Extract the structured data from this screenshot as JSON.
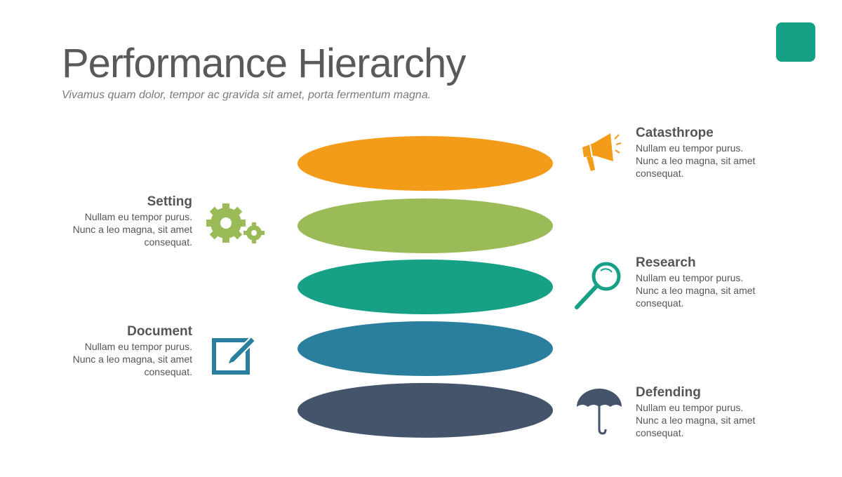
{
  "header": {
    "title": "Performance Hierarchy",
    "subtitle": "Vivamus quam dolor, tempor ac gravida sit amet, porta fermentum magna."
  },
  "colors": {
    "orange": "#f39c1a",
    "green": "#9bbb59",
    "teal": "#16a085",
    "blue": "#2a7f9e",
    "navy": "#44546a",
    "text": "#555555"
  },
  "items": [
    {
      "title": "Catasthrope",
      "line1": "Nullam eu tempor purus.",
      "line2": "Nunc a leo magna, sit amet",
      "line3": "consequat.",
      "icon": "megaphone-icon"
    },
    {
      "title": "Setting",
      "line1": "Nullam eu tempor purus.",
      "line2": "Nunc a leo magna, sit amet",
      "line3": "consequat.",
      "icon": "gears-icon"
    },
    {
      "title": "Research",
      "line1": "Nullam eu tempor purus.",
      "line2": "Nunc a leo magna, sit amet",
      "line3": "consequat.",
      "icon": "magnifier-icon"
    },
    {
      "title": "Document",
      "line1": "Nullam eu tempor purus.",
      "line2": "Nunc a leo magna, sit amet",
      "line3": "consequat.",
      "icon": "edit-icon"
    },
    {
      "title": "Defending",
      "line1": "Nullam eu tempor purus.",
      "line2": "Nunc a leo magna, sit amet",
      "line3": "consequat.",
      "icon": "umbrella-icon"
    }
  ]
}
